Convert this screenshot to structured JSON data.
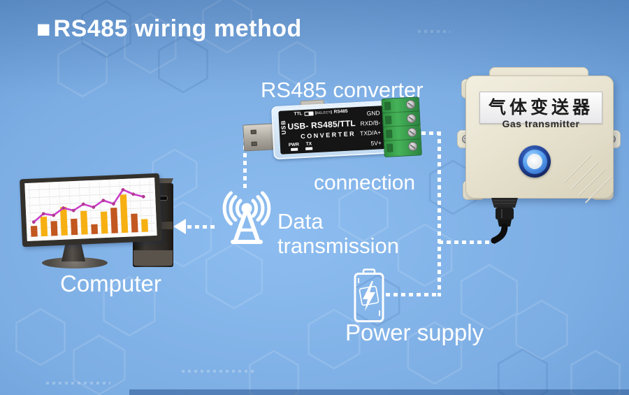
{
  "title": {
    "marker": "■",
    "text": "RS485 wiring method"
  },
  "labels": {
    "connection": "connection",
    "data_line1": "Data",
    "data_line2": "transmission",
    "computer": "Computer",
    "power_supply": "Power supply"
  },
  "converter": {
    "title": "RS485 converter",
    "top_labels": {
      "ttl": "TTL",
      "select": "SELECT",
      "rs485": "RS485"
    },
    "usb_side": "USB",
    "model": "USB- RS485/TTL",
    "subtitle": "CONVERTER",
    "led_pwr": "PWR",
    "led_tx": "TX",
    "pins": [
      "GND",
      "RXD/B-",
      "TXD/A+",
      "5V+"
    ]
  },
  "transmitter": {
    "label_cn": "气体变送器",
    "label_en": "Gas transmitter"
  },
  "computer": {
    "chart": {
      "type": "bar+line",
      "bars": [
        22,
        40,
        30,
        58,
        33,
        48,
        20,
        45,
        52,
        78,
        38,
        26
      ],
      "line": [
        30,
        46,
        42,
        56,
        50,
        62,
        55,
        68,
        60,
        88,
        78,
        72
      ],
      "bar_color_dark": "#c2571f",
      "bar_color_light": "#f7b012",
      "line_color": "#cb3fcb",
      "point_color": "#b23a92"
    }
  },
  "icons": {
    "antenna": "wireless-antenna-icon",
    "battery": "battery-power-icon",
    "arrows": "dashed-arrow-left"
  },
  "colors": {
    "background_light": "#8dbdf0",
    "background_dark": "#6498d2",
    "text_white": "#ffffff",
    "terminal_green": "#3fae52",
    "device_beige": "#e8e3d0",
    "sensor_blue": "#57a2ef",
    "converter_label_black": "#151515"
  }
}
